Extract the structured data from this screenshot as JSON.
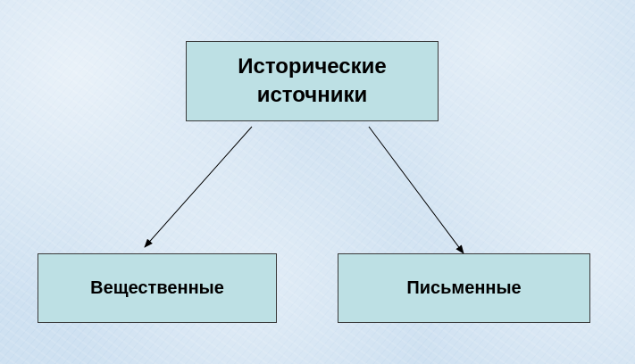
{
  "diagram": {
    "root": {
      "label": "Исторические\nисточники"
    },
    "children": [
      {
        "label": "Вещественные"
      },
      {
        "label": "Письменные"
      }
    ]
  },
  "colors": {
    "box_fill": "#bde0e4",
    "box_border": "#3a3a3a",
    "arrow": "#000000",
    "background": "#cfe1f1"
  }
}
